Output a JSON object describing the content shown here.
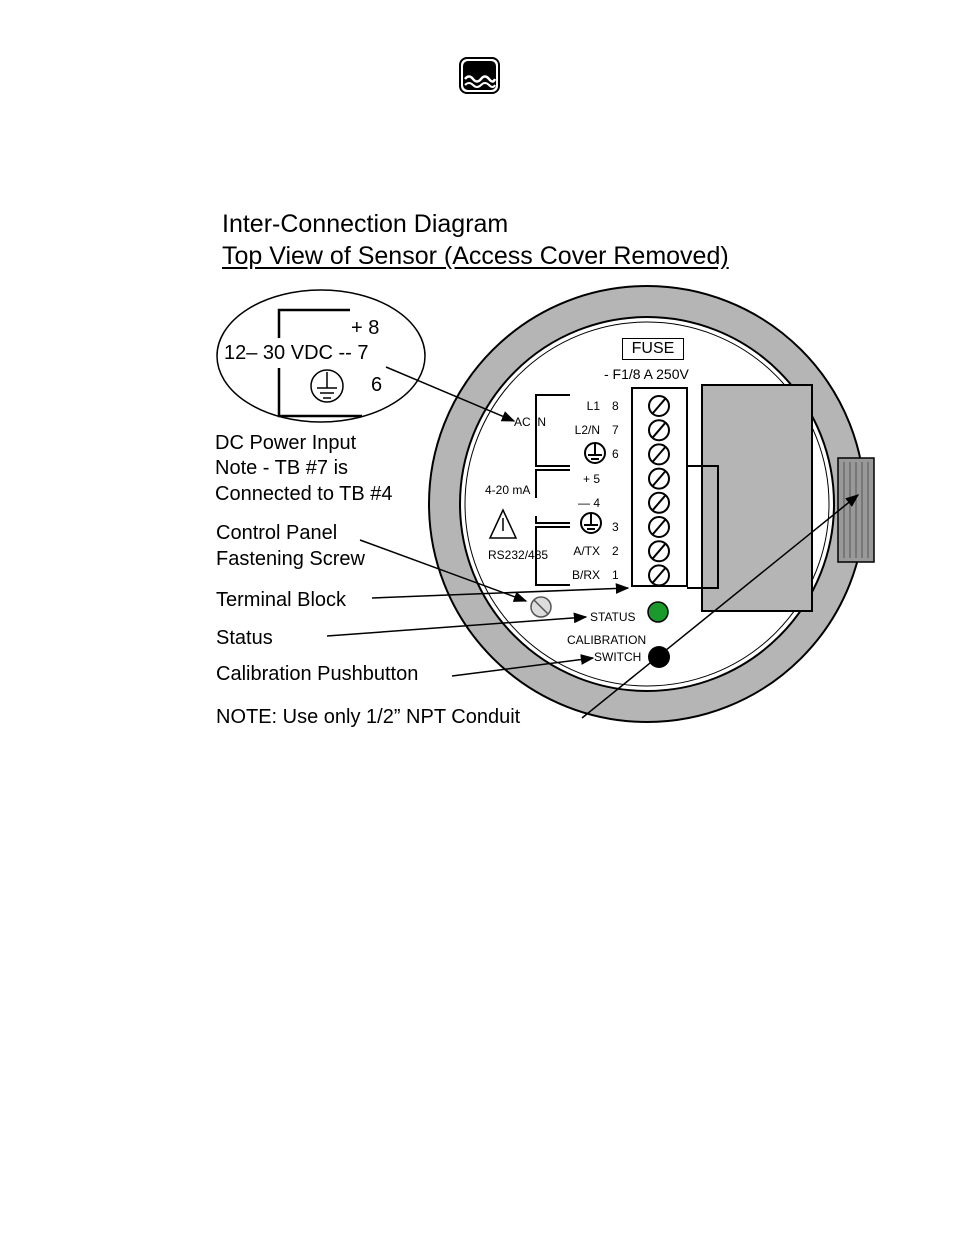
{
  "logo": {
    "icon": "water-wave-logo-icon"
  },
  "title": {
    "line1": "Inter-Connection Diagram",
    "line2": "Top View of Sensor (Access Cover Removed)"
  },
  "inset": {
    "plus8": "+ 8",
    "vdc": "12– 30 VDC -- 7",
    "gnd6": "6",
    "ground_icon": "ground-symbol-icon"
  },
  "callouts": {
    "dc_power_1": "DC Power Input",
    "dc_power_2": "Note - TB #7 is",
    "dc_power_3": "Connected to TB #4",
    "panel_1": "Control Panel",
    "panel_2": "Fastening Screw",
    "terminal_block": "Terminal Block",
    "status": "Status",
    "calibration": "Calibration Pushbutton",
    "note": "NOTE: Use only 1/2” NPT  Conduit"
  },
  "sensor": {
    "fuse": "FUSE",
    "fuse_rating": "- F1/8 A 250V",
    "ac_in": "AC IN",
    "ma": "4-20 mA",
    "rs": "RS232/485",
    "status_label": "STATUS",
    "calibration_label": "CALIBRATION",
    "switch_label": "SWITCH",
    "status_led_color": "#1a9a2a",
    "terminals": [
      {
        "name": "L1",
        "num": "8"
      },
      {
        "name": "L2/N",
        "num": "7"
      },
      {
        "name": "",
        "num": "6"
      },
      {
        "name": "+ 5",
        "num": ""
      },
      {
        "name": "— 4",
        "num": ""
      },
      {
        "name": "",
        "num": "3"
      },
      {
        "name": "A/TX",
        "num": "2"
      },
      {
        "name": "B/RX",
        "num": "1"
      }
    ]
  }
}
